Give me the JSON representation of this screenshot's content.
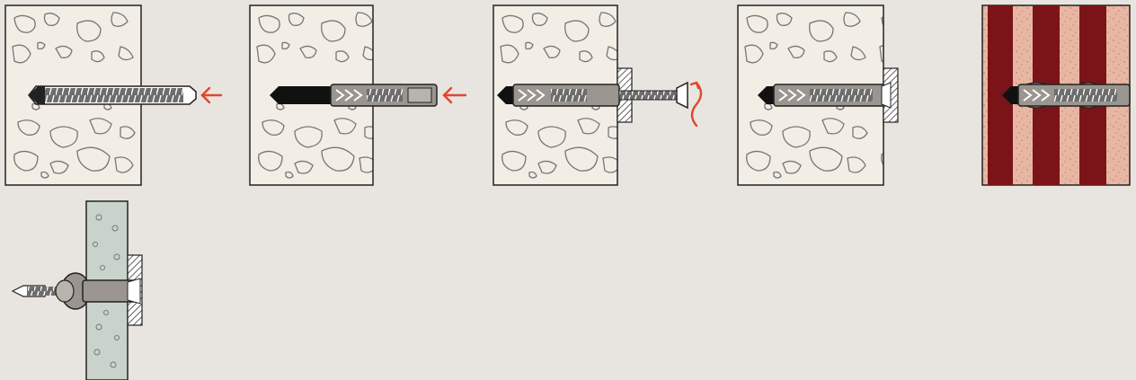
{
  "diagram": {
    "steps": [
      {
        "id": "drill-hole",
        "material": "concrete",
        "icon": "drill-bit-icon",
        "action": "push-arrow-icon"
      },
      {
        "id": "insert-plug",
        "material": "concrete",
        "icon": "wall-plug-icon",
        "action": "push-arrow-icon"
      },
      {
        "id": "drive-screw",
        "material": "concrete",
        "icon": "screw-icon",
        "action": "rotate-arrow-icon"
      },
      {
        "id": "fixed-in-solid",
        "material": "concrete",
        "icon": "wall-plug-icon",
        "action": ""
      },
      {
        "id": "fixed-in-perforated-brick",
        "material": "hollow-brick",
        "icon": "wall-plug-icon",
        "action": ""
      },
      {
        "id": "fixed-in-board",
        "material": "plasterboard",
        "icon": "knotted-plug-icon",
        "action": ""
      }
    ],
    "colors": {
      "background": "#e8e5e0",
      "concrete": "#f2eee6",
      "brick_dark": "#7a1418",
      "brick_light": "#e8b7a3",
      "board": "#c9d3cc",
      "plug": "#9a958f",
      "arrow": "#e0462e",
      "outline": "#222222"
    }
  }
}
